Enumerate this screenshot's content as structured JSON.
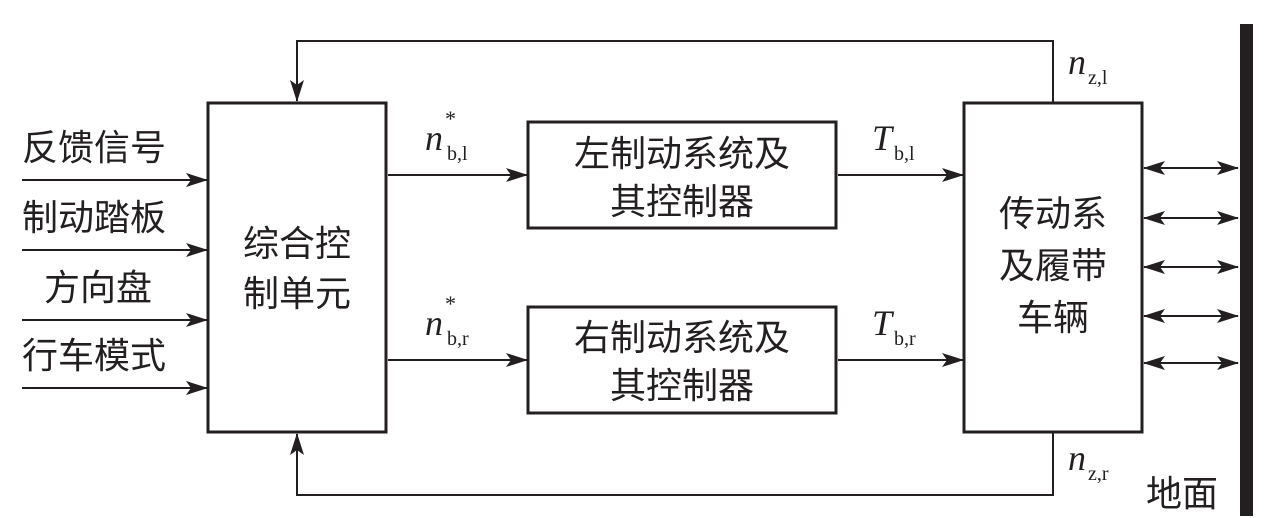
{
  "inputs": [
    "反馈信号",
    "制动踏板",
    "方向盘",
    "行车模式"
  ],
  "control_unit": {
    "line1": "综合控",
    "line2": "制单元"
  },
  "left_brake": {
    "line1": "左制动系统及",
    "line2": "其控制器"
  },
  "right_brake": {
    "line1": "右制动系统及",
    "line2": "其控制器"
  },
  "vehicle": {
    "line1": "传动系",
    "line2": "及履带",
    "line3": "车辆"
  },
  "ground": "地面",
  "signals": {
    "nbl": {
      "main": "n",
      "star": "*",
      "sub": "b,l"
    },
    "nbr": {
      "main": "n",
      "star": "*",
      "sub": "b,r"
    },
    "tbl": {
      "main": "T",
      "sub": "b,l"
    },
    "tbr": {
      "main": "T",
      "sub": "b,r"
    },
    "nzl": {
      "main": "n",
      "sub": "z,l"
    },
    "nzr": {
      "main": "n",
      "sub": "z,r"
    }
  },
  "colors": {
    "line": "#231f20",
    "background": "#ffffff"
  }
}
